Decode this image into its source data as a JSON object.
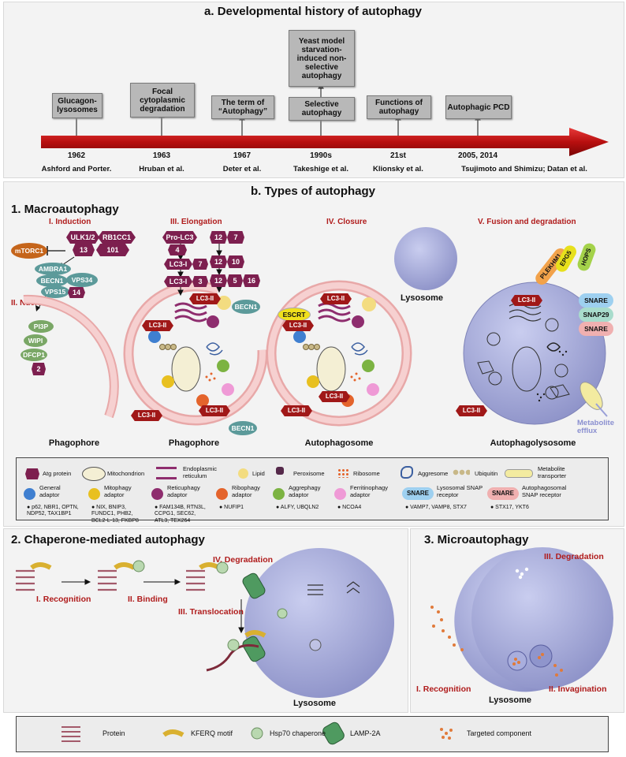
{
  "panel_a": {
    "title": "a. Developmental history of autophagy",
    "events": [
      {
        "label": "Glucagon-lysosomes",
        "year": "1962",
        "author": "Ashford and Porter."
      },
      {
        "label": "Focal cytoplasmic degradation",
        "year": "1963",
        "author": "Hruban et al."
      },
      {
        "label": "The term of “Autophagy”",
        "year": "1967",
        "author": "Deter et al."
      },
      {
        "label": "Selective autophagy",
        "label_top": "Yeast model starvation-induced non-selective autophagy",
        "year": "1990s",
        "author": "Takeshige et al."
      },
      {
        "label": "Functions of autophagy",
        "year": "21st",
        "author": "Klionsky et al."
      },
      {
        "label": "Autophagic PCD",
        "year": "2005, 2014",
        "author": "Tsujimoto and Shimizu; Datan et al."
      }
    ]
  },
  "panel_b": {
    "title": "b. Types of autophagy",
    "macro_title": "1. Macroautophagy",
    "stages": {
      "induction": "I. Induction",
      "nucleation": "II. Nucleation",
      "elongation": "III. Elongation",
      "closure": "IV. Closure",
      "fusion": "V. Fusion and degradation"
    },
    "proteins": {
      "mtorc1": "mTORC1",
      "ulk": "ULK1/2",
      "rb1cc1": "RB1CC1",
      "n13": "13",
      "n101": "101",
      "ambra1": "AMBRA1",
      "becn1": "BECN1",
      "vps34": "VPS34",
      "vps15": "VPS15",
      "n14": "14",
      "pi3p": "PI3P",
      "wipi": "WIPI",
      "dfcp1": "DFCP1",
      "n2": "2",
      "prolc3": "Pro-LC3",
      "n4": "4",
      "lc3i": "LC3-I",
      "n7": "7",
      "n3": "3",
      "n12": "12",
      "n10": "10",
      "n5": "5",
      "n16": "16",
      "lc3ii": "LC3-II",
      "escrt": "ESCRT",
      "plekhm1": "PLEKHM1",
      "epg5": "EPG5",
      "hops": "HOPS",
      "snare": "SNARE",
      "snap29": "SNAP29"
    },
    "structures": {
      "phagophore1": "Phagophore",
      "phagophore2": "Phagophore",
      "autophagosome": "Autophagosome",
      "autophagolysosome": "Autophagolysosome",
      "lysosome": "Lysosome",
      "efflux": "Metabolite efflux"
    },
    "legend": {
      "row1": [
        {
          "icon": "atg-protein-icon",
          "text": "Atg protein"
        },
        {
          "icon": "mitochondrion-icon",
          "text": "Mitochondrion"
        },
        {
          "icon": "er-icon",
          "text": "Endoplasmic reticulum"
        },
        {
          "icon": "lipid-icon",
          "text": "Lipid"
        },
        {
          "icon": "peroxisome-icon",
          "text": "Peroxisome"
        },
        {
          "icon": "ribosome-icon",
          "text": "Ribosome"
        },
        {
          "icon": "aggresome-icon",
          "text": "Aggresome"
        },
        {
          "icon": "ubiquitin-icon",
          "text": "Ubiquitin"
        },
        {
          "icon": "transporter-icon",
          "text": "Metabolite transporter"
        }
      ],
      "row2": [
        {
          "text": "General adaptor",
          "color": "#3f7fd0",
          "items": "p62, NBR1, OPTN, NDP52, TAX1BP1"
        },
        {
          "text": "Mitophagy adaptor",
          "color": "#e8c020",
          "items": "NIX, BNIP3, FUNDC1, PHB2, BCL2-L-13, FKBP8"
        },
        {
          "text": "Reticuphagy adaptor",
          "color": "#8e2d6e",
          "items": "FAM134B, RTN3L, CCPG1, SEC62, ATL3, TEX264"
        },
        {
          "text": "Ribophagy adaptor",
          "color": "#e4642c",
          "items": "NUFIP1"
        },
        {
          "text": "Aggrephagy adaptor",
          "color": "#7cb342",
          "items": "ALFY, UBQLN2"
        },
        {
          "text": "Ferritinophagy adaptor",
          "color": "#ef9ad6",
          "items": "NCOA4"
        },
        {
          "text": "Lysosomal SNAP receptor",
          "badge": "SNARE",
          "items": "VAMP7, VAMP8,  STX7"
        },
        {
          "text": "Autophagosomal SNAP receptor",
          "badge": "SNARE",
          "items": "STX17, YKT6"
        }
      ]
    }
  },
  "panel_cma": {
    "title": "2. Chaperone-mediated autophagy",
    "steps": {
      "recognition": "I. Recognition",
      "binding": "II. Binding",
      "translocation": "III. Translocation",
      "degradation": "IV. Degradation"
    },
    "lysosome": "Lysosome"
  },
  "panel_micro": {
    "title": "3. Microautophagy",
    "steps": {
      "recognition": "I. Recognition",
      "invagination": "II. Invagination",
      "degradation": "III. Degradation"
    },
    "lysosome": "Lysosome"
  },
  "bottom_legend": [
    {
      "icon": "protein-icon",
      "text": "Protein"
    },
    {
      "icon": "kferq-icon",
      "text": "KFERQ motif"
    },
    {
      "icon": "hsp70-icon",
      "text": "Hsp70 chaperone"
    },
    {
      "icon": "lamp2a-icon",
      "text": "LAMP-2A"
    },
    {
      "icon": "targeted-icon",
      "text": "Targeted component"
    }
  ],
  "colors": {
    "atg": "#7d1f4f",
    "lc3": "#a01818",
    "membrane": "#f2c6c6",
    "lysosome": "#a4a9d8",
    "arrow": "#c41414"
  }
}
